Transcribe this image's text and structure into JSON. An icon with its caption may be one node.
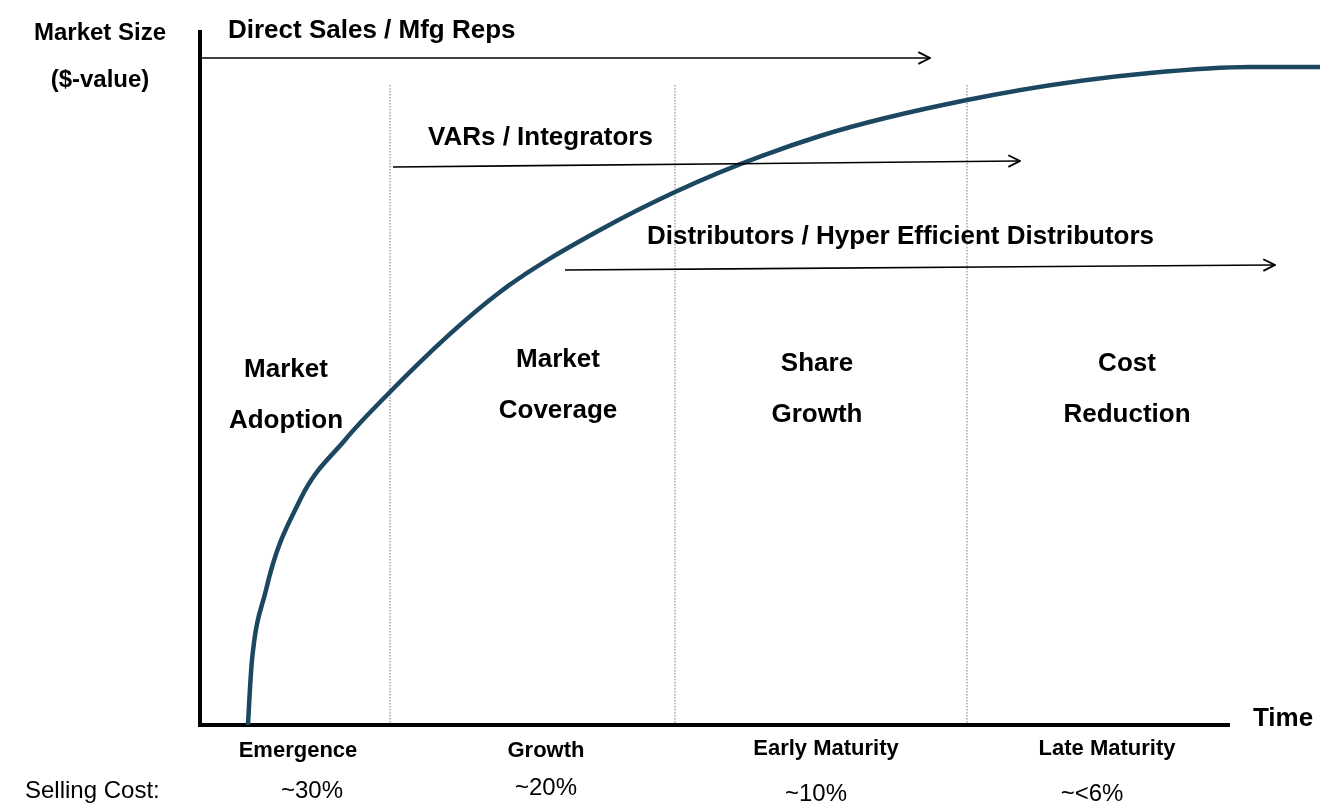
{
  "diagram": {
    "labels": [
      "Market Size ($-value)",
      "Direct Sales / Mfg Reps",
      "VARs / Integrators",
      "Distributors / Hyper Efficient Distributors",
      "Market Adoption",
      "Market Coverage",
      "Share Growth",
      "Cost Reduction",
      "Time",
      "Emergence",
      "Growth",
      "Early Maturity",
      "Late Maturity",
      "Selling Cost:",
      "~30%",
      "~20%",
      "~10%",
      "~<6%"
    ]
  }
}
